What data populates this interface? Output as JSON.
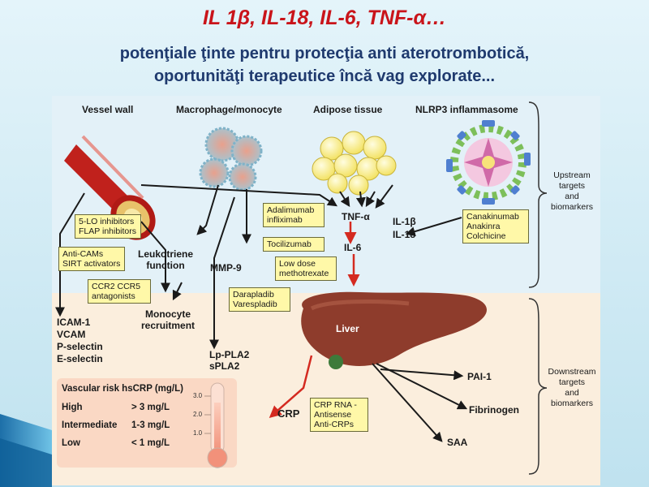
{
  "title": {
    "line1": "IL 1β, IL-18, IL-6, TNF-α…",
    "line2": "potenţiale ţinte pentru protecţia anti aterotrombotică,",
    "line3": "oportunităţi terapeutice încă vag explorate..."
  },
  "sources": {
    "vessel_wall": "Vessel wall",
    "macrophage": "Macrophage/monocyte",
    "adipose": "Adipose  tissue",
    "nlrp3": "NLRP3 inflammasome"
  },
  "mediators": {
    "tnf": "TNF-α",
    "il6": "IL-6",
    "il1": "IL-1β",
    "il18": "IL-18",
    "leukotriene": [
      "Leukotriene",
      "function"
    ],
    "mmp9": "MMP-9",
    "monocyte": [
      "Monocyte",
      "recruitment"
    ],
    "adhesion": [
      "ICAM-1",
      "VCAM",
      "P-selectin",
      "E-selectin"
    ],
    "lppla2": [
      "Lp-PLA2",
      "sPLA2"
    ],
    "liver": "Liver",
    "crp": "CRP",
    "pai1": "PAI-1",
    "fibrinogen": "Fibrinogen",
    "saa": "SAA"
  },
  "drug_boxes": {
    "lo_flap": [
      "5-LO inhibitors",
      "FLAP inhibitors"
    ],
    "anti_cams": [
      "Anti-CAMs",
      "SIRT activators"
    ],
    "ccr2": [
      "CCR2 CCR5",
      "antagonists"
    ],
    "adalimumab": [
      "Adalimumab",
      "infliximab"
    ],
    "tocilizumab": [
      "Tocilizumab"
    ],
    "methotrexate": [
      "Low dose",
      "methotrexate"
    ],
    "canakinumab": [
      "Canakinumab",
      "Anakinra",
      "Colchicine"
    ],
    "darapladib": [
      "Darapladib",
      "Varespladib"
    ],
    "crp_rna": [
      "CRP RNA -",
      "Antisense",
      "Anti-CRPs"
    ]
  },
  "brackets": {
    "upstream": [
      "Upstream",
      "targets",
      "and",
      "biomarkers"
    ],
    "downstream": [
      "Downstream",
      "targets",
      "and",
      "biomarkers"
    ]
  },
  "risk_table": {
    "header": "Vascular risk hsCRP (mg/L)",
    "rows": [
      {
        "level": "High",
        "value": "> 3 mg/L"
      },
      {
        "level": "Intermediate",
        "value": "1-3 mg/L"
      },
      {
        "level": "Low",
        "value": "< 1 mg/L"
      }
    ],
    "ticks": [
      "3.0",
      "2.0",
      "1.0"
    ]
  },
  "colors": {
    "title_red": "#c9141a",
    "title_blue": "#1f3a6e",
    "upper_bg": "#e3f1f8",
    "lower_bg": "#fbeedd",
    "drug_box": "#fff8a8",
    "liver": "#8e3c2c",
    "arrow_red": "#d42a20",
    "arrow_black": "#1a1a1a",
    "slide_bg": "#cfe9f2"
  }
}
